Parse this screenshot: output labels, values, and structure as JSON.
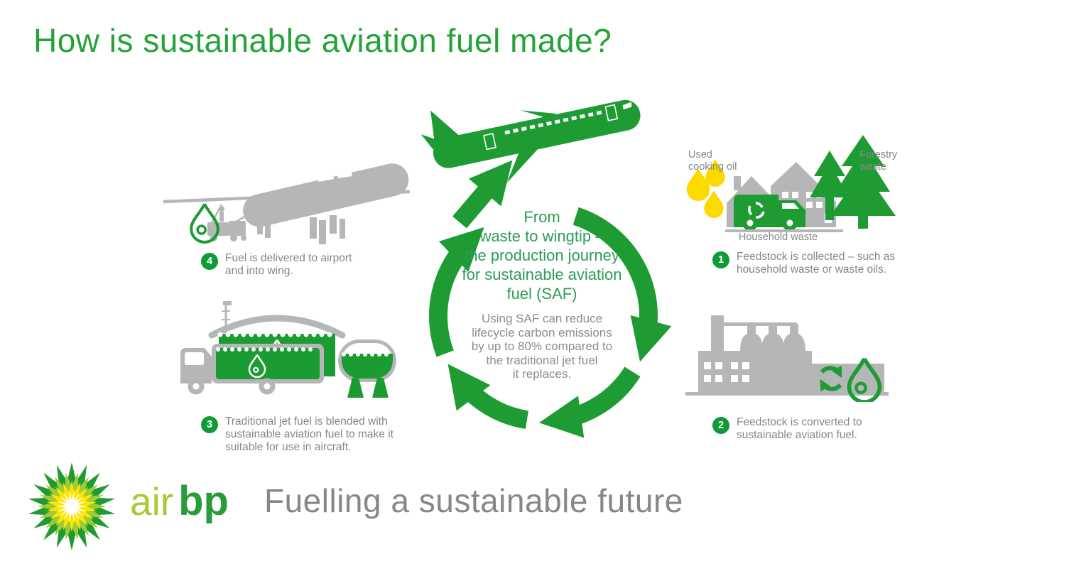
{
  "title": "How is sustainable aviation fuel made?",
  "colors": {
    "brand_green": "#1e9c33",
    "title_green": "#23a338",
    "heading_green": "#2d9c56",
    "icon_gray": "#b5b6b7",
    "text_gray": "#84878a",
    "drop_yellow": "#fcd900",
    "logo_air_lime": "#a8c938",
    "logo_bp_green": "#279c3b"
  },
  "cycle": {
    "heading_lines": [
      "From",
      "waste to wingtip –",
      "the production journey",
      "for sustainable aviation",
      "fuel (SAF)"
    ],
    "body_lines": [
      "Using SAF can reduce",
      "lifecycle carbon emissions",
      "by up to 80% compared to",
      "the traditional jet fuel",
      "it replaces."
    ]
  },
  "steps": [
    {
      "number": "1",
      "lines": [
        "Feedstock is collected – such as",
        "household waste or waste oils."
      ]
    },
    {
      "number": "2",
      "lines": [
        "Feedstock is converted to",
        "sustainable aviation fuel."
      ]
    },
    {
      "number": "3",
      "lines": [
        "Traditional jet fuel is blended with",
        "sustainable aviation fuel to make it",
        "suitable for use in aircraft."
      ]
    },
    {
      "number": "4",
      "lines": [
        "Fuel is delivered to airport",
        "and into wing."
      ]
    }
  ],
  "feedstock_labels": {
    "used_cooking_oil": "Used cooking oil",
    "forestry_waste": "Forestry waste",
    "household_waste": "Household waste"
  },
  "logo": {
    "air": "air",
    "bp": "bp",
    "tagline": "Fuelling a sustainable future"
  }
}
